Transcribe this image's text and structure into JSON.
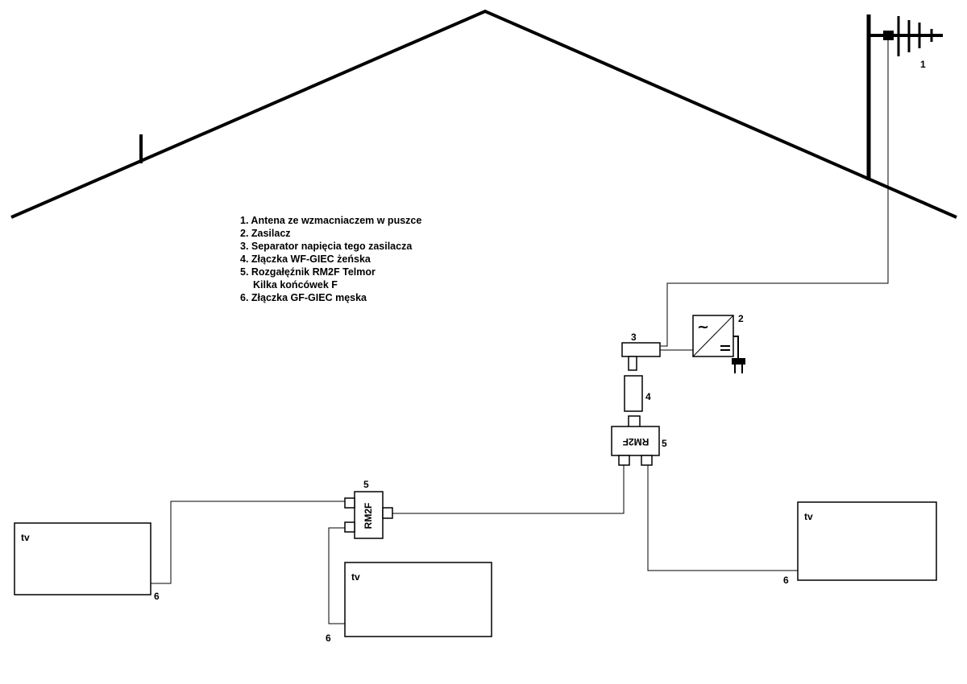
{
  "legend": [
    "1. Antena ze wzmacniaczem w puszce",
    "2. Zasilacz",
    "3. Separator napięcia tego zasilacza",
    "4. Złączka WF-GIEC żeńska",
    "5. Rozgałęźnik RM2F Telmor",
    "Kilka końcówek F",
    "6. Złączka GF-GIEC męska"
  ],
  "labels": {
    "antenna": "1",
    "power_supply": "2",
    "separator": "3",
    "connector_female": "4",
    "splitter_main": "5",
    "splitter_second": "5",
    "tv_connector_left": "6",
    "tv_connector_middle": "6",
    "tv_connector_right": "6"
  },
  "splitter_text": "RM2F",
  "power_supply_symbols": {
    "ac": "~",
    "dc": "="
  },
  "tv_label": "tv",
  "colors": {
    "line": "#000000",
    "background": "#ffffff"
  }
}
